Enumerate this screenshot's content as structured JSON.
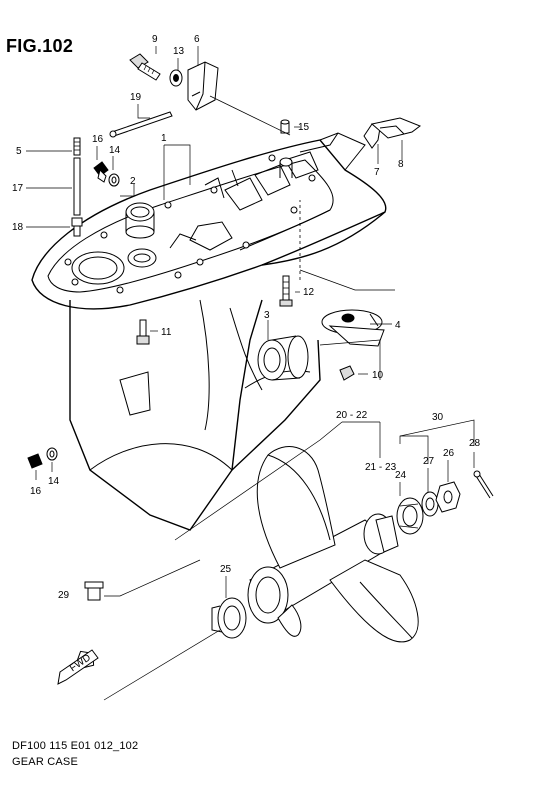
{
  "figure": {
    "title": "FIG.102",
    "footer_code": "DF100 115 E01 012_102",
    "footer_name": "GEAR CASE",
    "fwd_label": "FWD"
  },
  "callouts": {
    "p1": "1",
    "p2": "2",
    "p3": "3",
    "p4": "4",
    "p5": "5",
    "p6": "6",
    "p7": "7",
    "p8": "8",
    "p9": "9",
    "p10": "10",
    "p11": "11",
    "p12": "12",
    "p13": "13",
    "p14a": "14",
    "p14b": "14",
    "p15": "15",
    "p16a": "16",
    "p16b": "16",
    "p17": "17",
    "p18": "18",
    "p19": "19",
    "p20_22": "20 - 22",
    "p21_23": "21 - 23",
    "p24": "24",
    "p25": "25",
    "p26": "26",
    "p27": "27",
    "p28": "28",
    "p29": "29",
    "p30": "30"
  }
}
